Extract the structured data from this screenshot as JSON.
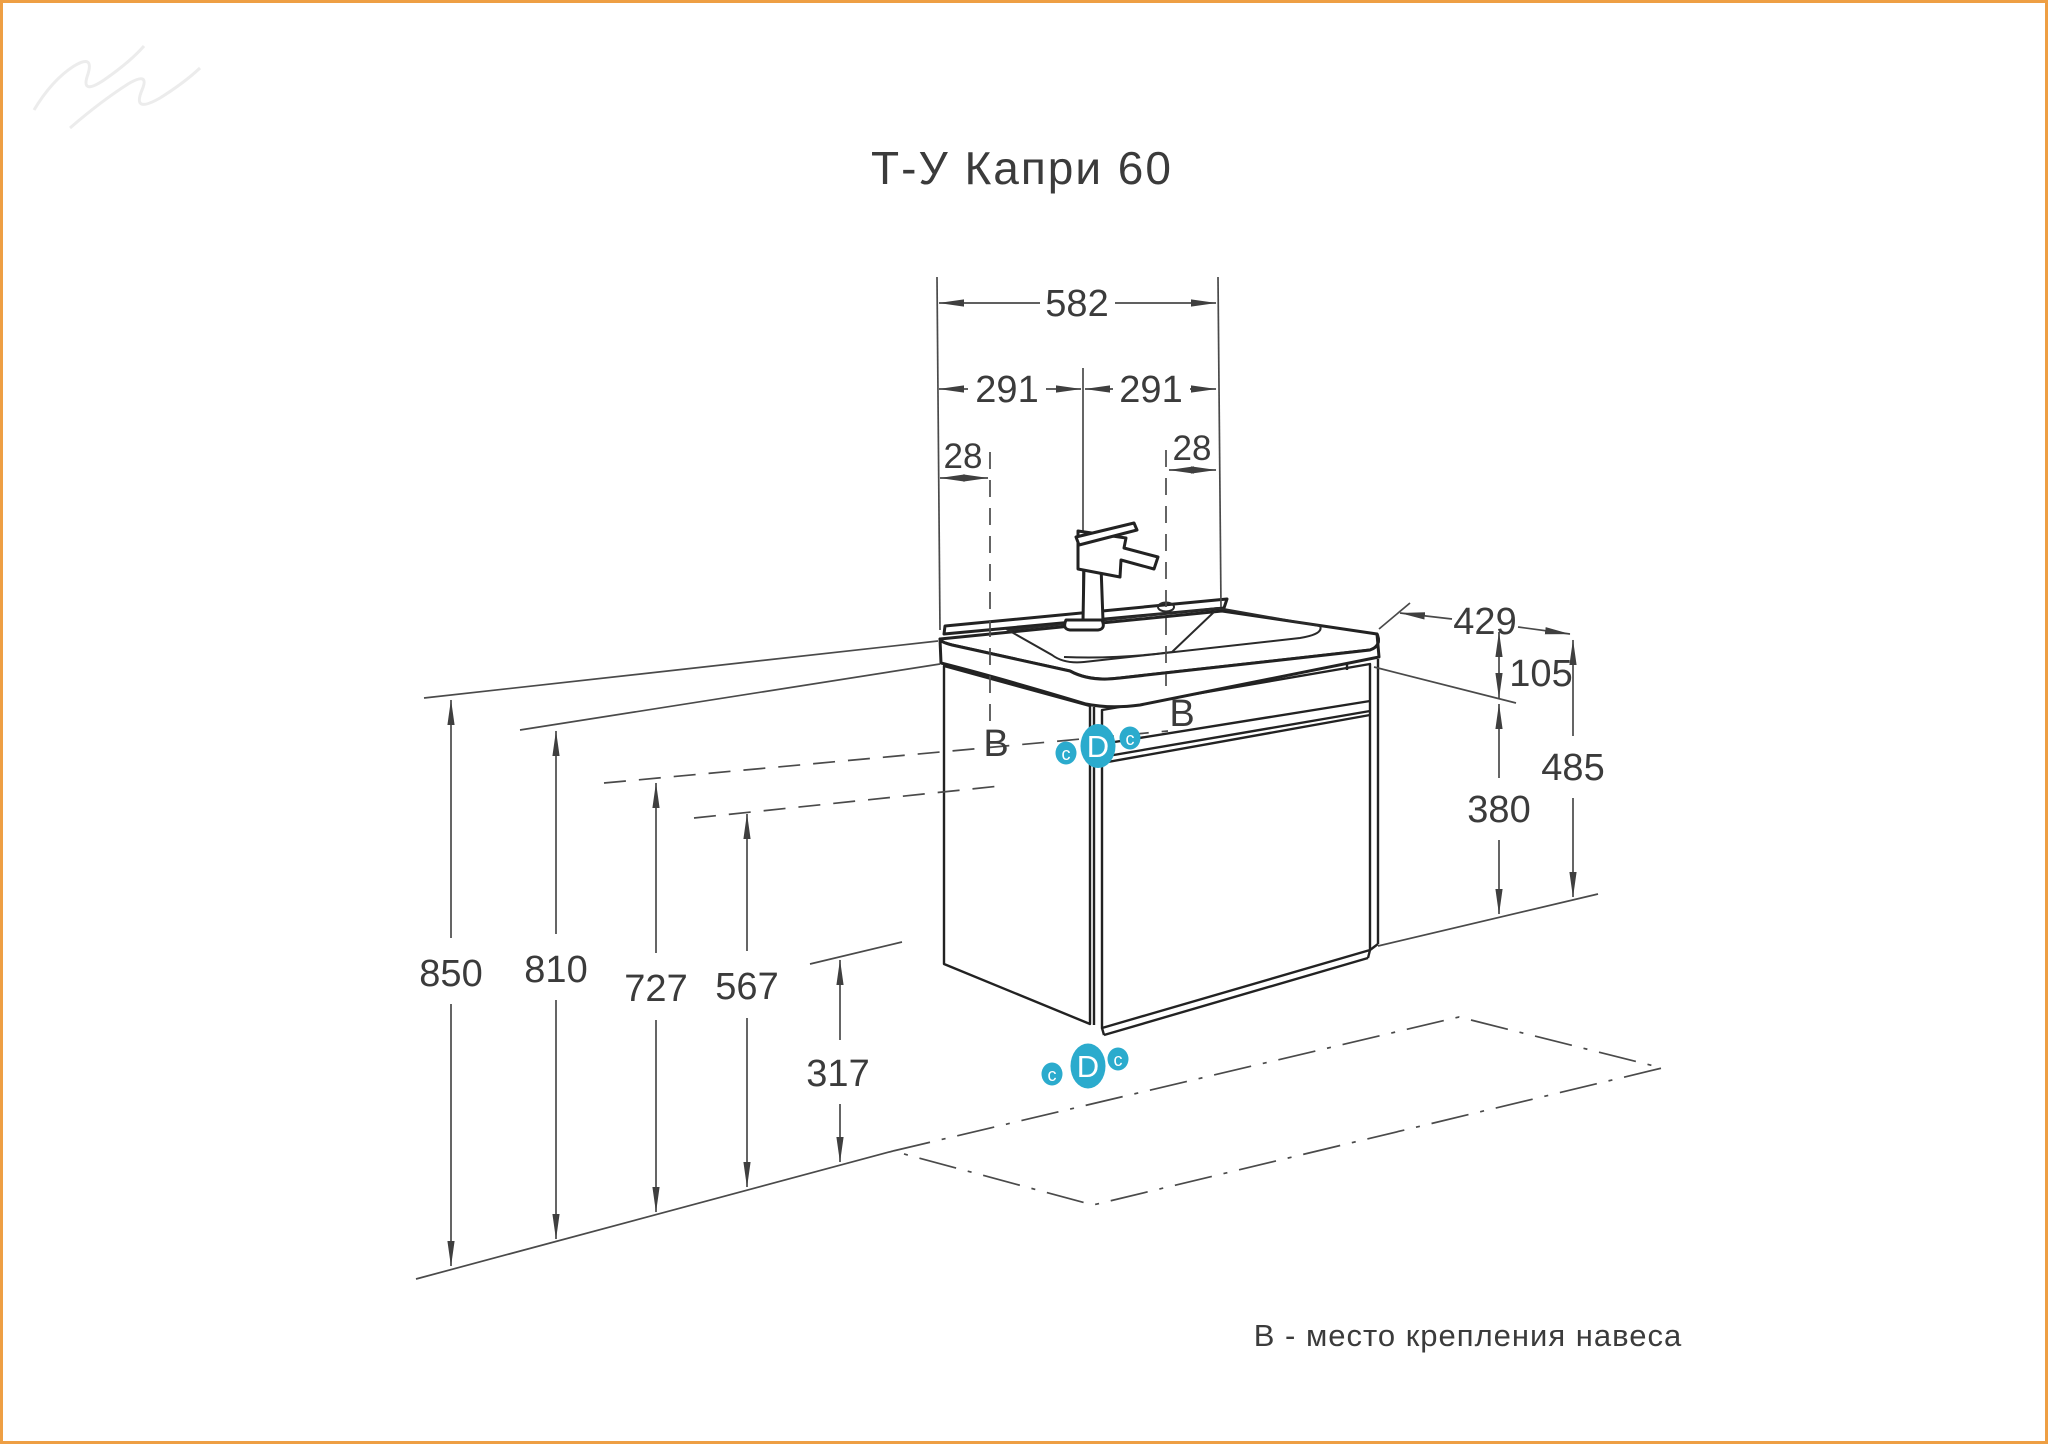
{
  "title": "Т-У Капри 60",
  "note": "В - место крепления навеса",
  "colors": {
    "page_border": "#EE9F44",
    "marker_cyan": "#2BABCD",
    "line_gray": "#4a4a4a",
    "drawing_black": "#222222"
  },
  "dims": {
    "total_width": "582",
    "half_width_left": "291",
    "half_width_right": "291",
    "edge_offset_left": "28",
    "edge_offset_right": "28",
    "depth": "429",
    "top_to_rail": "105",
    "unit_height": "485",
    "door_height": "380",
    "floor_to_top": "850",
    "floor_to_counter_bottom": "810",
    "floor_to_hanger": "727",
    "floor_to_mid": "567",
    "floor_to_drain": "317"
  },
  "labels": {
    "b_side": "B",
    "b_front": "B"
  },
  "markers": {
    "upper": {
      "left": "c",
      "center": "D",
      "right": "c"
    },
    "lower": {
      "left": "c",
      "center": "D",
      "right": "c"
    }
  }
}
